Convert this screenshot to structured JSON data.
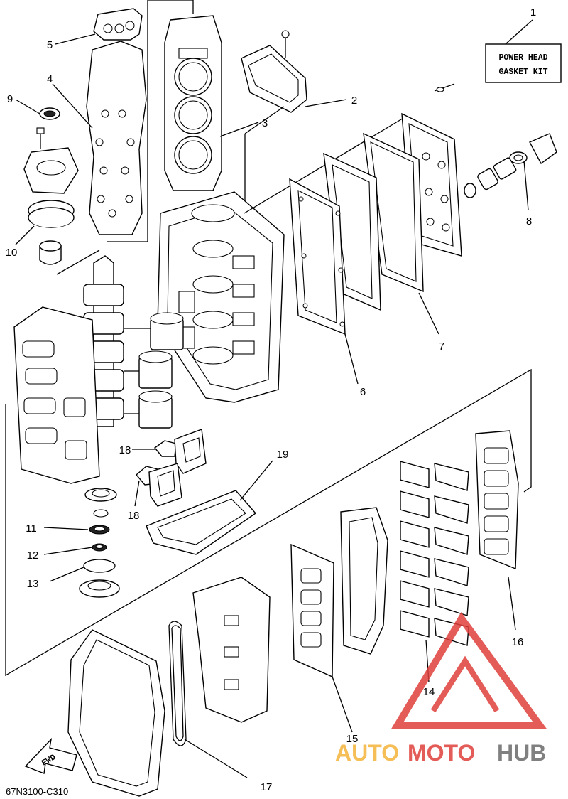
{
  "kit_box": {
    "line1": "POWER HEAD",
    "line2": "GASKET KIT"
  },
  "labels": {
    "l1": "1",
    "l2": "2",
    "l3": "3",
    "l4": "4",
    "l5": "5",
    "l6": "6",
    "l7": "7",
    "l8": "8",
    "l9": "9",
    "l10": "10",
    "l11": "11",
    "l12": "12",
    "l13": "13",
    "l14": "14",
    "l15": "15",
    "l16": "16",
    "l17": "17",
    "l18a": "18",
    "l18b": "18",
    "l19": "19"
  },
  "fwd": "FWD",
  "diagram_code": "67N3100-C310",
  "watermark": {
    "auto": "AUTO",
    "moto": "MOTO",
    "hub": "HUB"
  },
  "colors": {
    "watermark_red": "#e0403c",
    "watermark_orange": "#f4b33a",
    "watermark_gray": "#6b6b6b"
  }
}
